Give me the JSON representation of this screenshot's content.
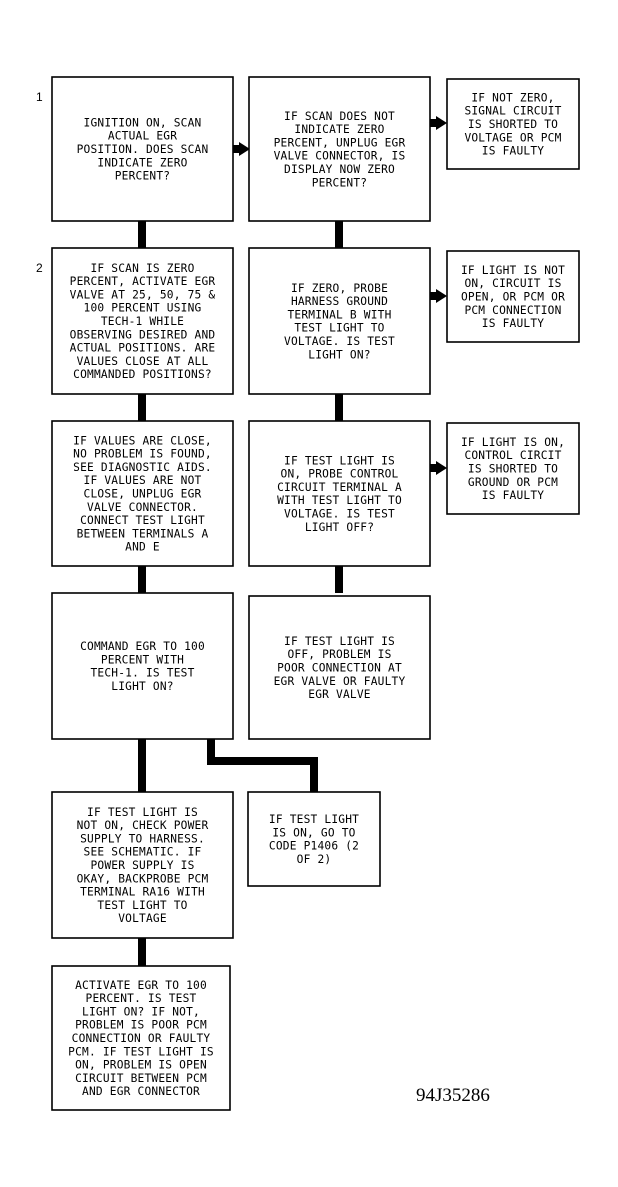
{
  "step_labels": [
    "1",
    "2"
  ],
  "figure_id": "94J35286",
  "boxes": [
    {
      "id": "b1",
      "lines": [
        "IGNITION ON, SCAN",
        "ACTUAL EGR",
        "POSITION. DOES SCAN",
        "INDICATE ZERO",
        "PERCENT?"
      ]
    },
    {
      "id": "b2",
      "lines": [
        "IF SCAN DOES NOT",
        "INDICATE ZERO",
        "PERCENT, UNPLUG EGR",
        "VALVE CONNECTOR, IS",
        "DISPLAY NOW ZERO",
        "PERCENT?"
      ]
    },
    {
      "id": "b3",
      "lines": [
        "IF NOT ZERO,",
        "SIGNAL CIRCUIT",
        "IS SHORTED TO",
        "VOLTAGE OR PCM",
        "IS FAULTY"
      ]
    },
    {
      "id": "b4",
      "lines": [
        "IF SCAN IS ZERO",
        "PERCENT, ACTIVATE EGR",
        "VALVE AT 25, 50, 75 &",
        "100 PERCENT USING",
        "TECH-1 WHILE",
        "OBSERVING DESIRED AND",
        "ACTUAL POSITIONS. ARE",
        "VALUES CLOSE AT ALL",
        "COMMANDED POSITIONS?"
      ]
    },
    {
      "id": "b5",
      "lines": [
        "IF ZERO, PROBE",
        "HARNESS GROUND",
        "TERMINAL B WITH",
        "TEST LIGHT TO",
        "VOLTAGE. IS TEST",
        "LIGHT ON?"
      ]
    },
    {
      "id": "b6",
      "lines": [
        "IF LIGHT IS NOT",
        "ON, CIRCUIT IS",
        "OPEN, OR PCM OR",
        "PCM CONNECTION",
        "IS FAULTY"
      ]
    },
    {
      "id": "b7",
      "lines": [
        "IF VALUES ARE CLOSE,",
        "NO PROBLEM IS FOUND,",
        "SEE DIAGNOSTIC AIDS.",
        "IF VALUES ARE NOT",
        "CLOSE, UNPLUG EGR",
        "VALVE CONNECTOR.",
        "CONNECT TEST LIGHT",
        "BETWEEN TERMINALS A",
        "AND E"
      ]
    },
    {
      "id": "b8",
      "lines": [
        "IF TEST LIGHT IS",
        "ON, PROBE CONTROL",
        "CIRCUIT TERMINAL A",
        "WITH TEST LIGHT TO",
        "VOLTAGE. IS TEST",
        "LIGHT OFF?"
      ]
    },
    {
      "id": "b9",
      "lines": [
        "IF LIGHT IS ON,",
        "CONTROL CIRCIT",
        "IS SHORTED TO",
        "GROUND OR PCM",
        "IS FAULTY"
      ]
    },
    {
      "id": "b10",
      "lines": [
        "COMMAND EGR TO 100",
        "PERCENT WITH",
        "TECH-1. IS TEST",
        "LIGHT ON?"
      ]
    },
    {
      "id": "b11",
      "lines": [
        "IF TEST LIGHT IS",
        "OFF, PROBLEM IS",
        "POOR CONNECTION AT",
        "EGR VALVE OR FAULTY",
        "EGR VALVE"
      ]
    },
    {
      "id": "b12",
      "lines": [
        "IF TEST LIGHT IS",
        "NOT ON, CHECK POWER",
        "SUPPLY TO HARNESS.",
        "SEE SCHEMATIC. IF",
        "POWER SUPPLY IS",
        "OKAY, BACKPROBE PCM",
        "TERMINAL RA16 WITH",
        "TEST LIGHT TO",
        "VOLTAGE"
      ]
    },
    {
      "id": "b13",
      "lines": [
        "IF TEST LIGHT",
        "IS ON, GO TO",
        "CODE P1406 (2",
        "OF 2)"
      ]
    },
    {
      "id": "b14",
      "lines": [
        "ACTIVATE EGR TO 100",
        "PERCENT. IS TEST",
        "LIGHT ON? IF NOT,",
        "PROBLEM IS POOR PCM",
        "CONNECTION OR FAULTY",
        "PCM. IF TEST LIGHT IS",
        "ON, PROBLEM IS OPEN",
        "CIRCUIT BETWEEN PCM",
        "AND EGR CONNECTOR"
      ]
    }
  ]
}
